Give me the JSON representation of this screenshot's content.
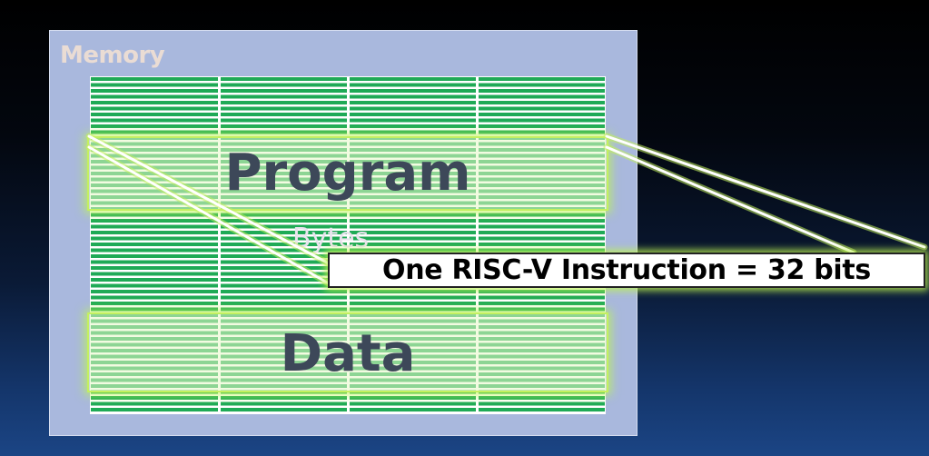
{
  "memory": {
    "title": "Memory",
    "regions": {
      "program": "Program",
      "bytes": "Bytes",
      "data": "Data"
    }
  },
  "callout": {
    "text": "One RISC-V Instruction = 32 bits"
  },
  "colors": {
    "background_top": "#000000",
    "background_bottom": "#1b4585",
    "memory_box": "#a9b8dd",
    "memory_cells": "#1faa56",
    "highlight_glow": "#c4f060",
    "label_text": "#3d4859"
  }
}
